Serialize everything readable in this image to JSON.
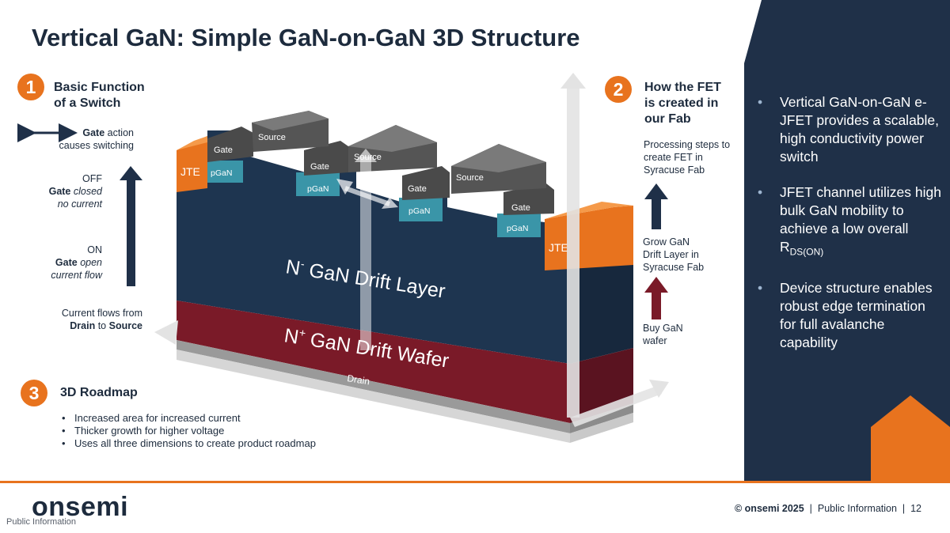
{
  "title": "Vertical GaN: Simple GaN-on-GaN 3D Structure",
  "section1": {
    "number": "1",
    "heading_line1": "Basic Function",
    "heading_line2": "of a Switch",
    "gate_action_bold": "Gate",
    "gate_action_rest": " action",
    "gate_action_line2": "causes switching",
    "off_label": "OFF",
    "off_gate_bold": "Gate",
    "off_gate_rest": " closed",
    "off_line3": "no current",
    "on_label": "ON",
    "on_gate_bold": "Gate",
    "on_gate_rest": " open",
    "on_line3": "current flow",
    "current_line1": "Current flows from",
    "current_drain": "Drain",
    "current_to": " to ",
    "current_source": "Source"
  },
  "section2": {
    "number": "2",
    "heading_line1": "How the FET",
    "heading_line2": "is created in",
    "heading_line3": "our Fab",
    "processing_line1": "Processing steps to",
    "processing_line2": "create FET in",
    "processing_line3": "Syracuse Fab",
    "grow_line1": "Grow GaN",
    "grow_line2": "Drift Layer in",
    "grow_line3": "Syracuse Fab",
    "buy_line1": "Buy GaN",
    "buy_line2": "wafer"
  },
  "section3": {
    "number": "3",
    "heading": "3D Roadmap",
    "items": [
      "Increased area for increased current",
      "Thicker growth for higher voltage",
      "Uses all three dimensions to create product roadmap"
    ]
  },
  "diagram": {
    "drift_layer_prefix": "N",
    "drift_layer_sup": "-",
    "drift_layer_text": " GaN Drift Layer",
    "wafer_prefix": "N",
    "wafer_sup": "+",
    "wafer_text": " GaN Drift Wafer",
    "drain": "Drain",
    "jte": "JTE",
    "pgan": "pGaN",
    "gate": "Gate",
    "source": "Source"
  },
  "right_panel": {
    "bullet1": "Vertical GaN-on-GaN e-JFET provides a scalable, high conductivity power switch",
    "bullet2_text": "JFET channel utilizes high bulk GaN mobility to achieve a low overall R",
    "bullet2_sub": "DS(ON)",
    "bullet3": "Device structure enables robust edge termination for full avalanche capability",
    "bullet_glyph": "•"
  },
  "footer": {
    "logo": "onsemi",
    "public_left": "Public Information",
    "copyright": "© onsemi 2025",
    "separator": "|",
    "public_right": "Public Information",
    "page": "12"
  },
  "colors": {
    "navy": "#1f3048",
    "orange": "#e8731e",
    "drift": "#1e3550",
    "wafer": "#7a1a28",
    "pgan": "#3a95a8",
    "metal": "#5a5a5a"
  }
}
